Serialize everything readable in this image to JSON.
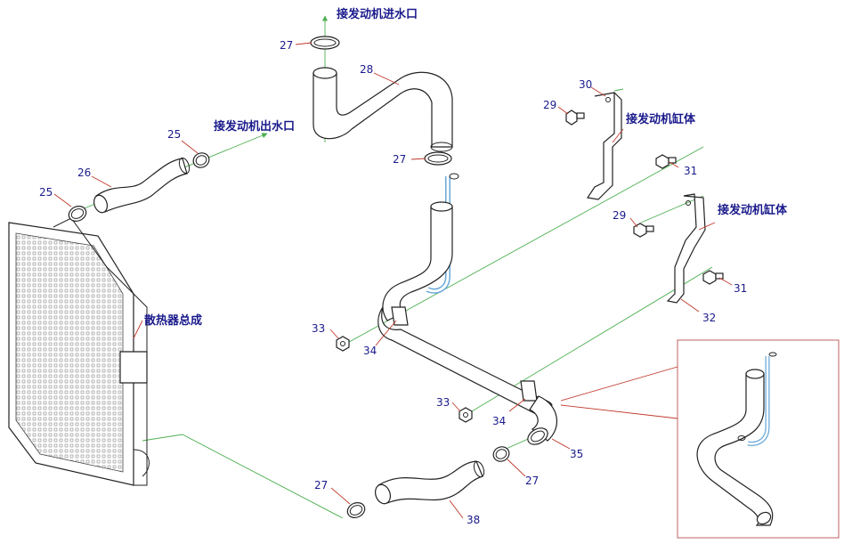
{
  "labels": {
    "engine_water_inlet": "接发动机进水口",
    "engine_water_outlet": "接发动机出水口",
    "engine_block_a": "接发动机缸体",
    "engine_block_b": "接发动机缸体",
    "radiator_assembly": "散热器总成"
  },
  "callouts": {
    "c27_top": "27",
    "c28": "28",
    "c27_mid": "27",
    "c25_right": "25",
    "c26": "26",
    "c25_left": "25",
    "c30": "30",
    "c29_top": "29",
    "c31_top": "31",
    "c29_bottom": "29",
    "c31_bottom": "31",
    "c32": "32",
    "c33_top": "33",
    "c34_top": "34",
    "c33_bottom": "33",
    "c34_bottom": "34",
    "c35": "35",
    "c27_right": "27",
    "c27_bottom": "27",
    "c38": "38"
  },
  "colors": {
    "callout_text": "#1a1a8c",
    "leader_line": "#c0392b",
    "center_line": "#4caf50",
    "outline": "#222222",
    "inset_frame": "#c06060"
  }
}
